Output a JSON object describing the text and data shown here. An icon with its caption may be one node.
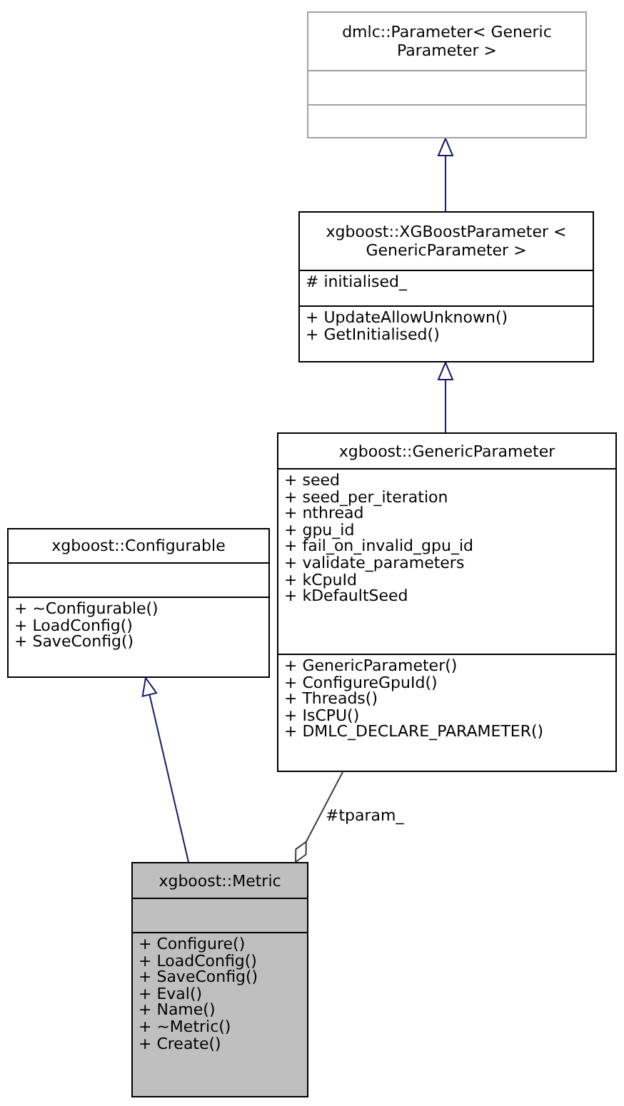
{
  "diagram": {
    "nodes": [
      {
        "text": [
          "dmlc::Parameter< Generic Parameter >"
        ]
      },
      {
        "text": [
          "xgboost::XGBoostParameter < GenericParameter >",
          "# initialised_",
          "+ UpdateAllowUnknown()",
          "+ GetInitialised()"
        ]
      },
      {
        "text": [
          "xgboost::GenericParameter",
          "+ seed",
          "+ seed_per_iteration",
          "+ nthread",
          "+ gpu_id",
          "+ fail_on_invalid_gpu_id",
          "+ validate_parameters",
          "+ kCpuId",
          "+ kDefaultSeed",
          "+ GenericParameter()",
          "+ ConfigureGpuId()",
          "+ Threads()",
          "+ IsCPU()",
          "+ DMLC_DECLARE_PARAMETER()"
        ]
      },
      {
        "text": [
          "xgboost::Configurable",
          "+ ~Configurable()",
          "+ LoadConfig()",
          "+ SaveConfig()"
        ]
      },
      {
        "text": [
          "xgboost::Metric",
          "+ Configure()",
          "+ LoadConfig()",
          "+ SaveConfig()",
          "+ Eval()",
          "+ Name()",
          "+ ~Metric()",
          "+ Create()"
        ]
      }
    ],
    "edges": [
      {
        "from": 1,
        "to": 0,
        "arrow": "to"
      },
      {
        "from": 2,
        "to": 1,
        "arrow": "to"
      },
      {
        "from": 4,
        "to": 3,
        "arrow": "to"
      },
      {
        "from": 4,
        "to": 2,
        "arrow": "other",
        "label": "#tparam_",
        "color": "#404040"
      }
    ]
  }
}
